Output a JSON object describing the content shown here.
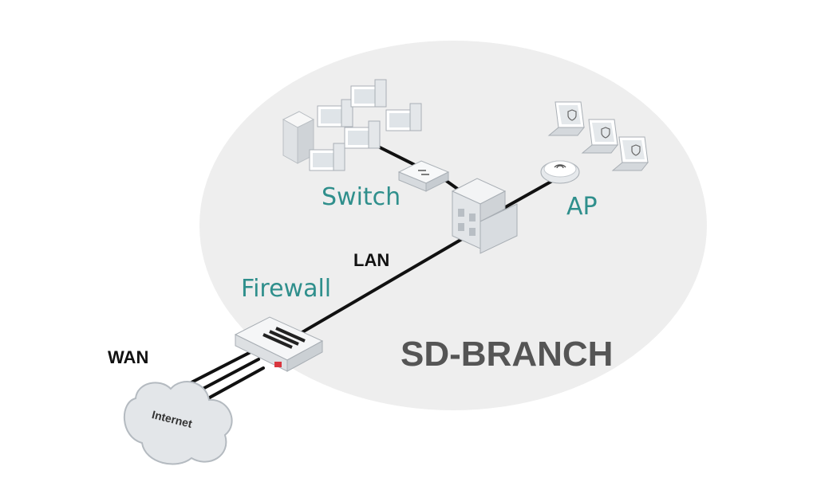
{
  "diagram": {
    "labels": {
      "switch": "Switch",
      "ap": "AP",
      "lan": "LAN",
      "firewall": "Firewall",
      "wan": "WAN",
      "branch": "SD-BRANCH",
      "internet": "Internet"
    },
    "colors": {
      "region": "#eeeeee",
      "device": "#eef0f2",
      "link": "#111111",
      "accent_text": "#2f8f8c",
      "heading_text": "#555555"
    },
    "icons": [
      "server-icon",
      "desktop-icon",
      "laptop-icon",
      "switch-icon",
      "building-icon",
      "access-point-icon",
      "firewall-icon",
      "cloud-icon"
    ]
  }
}
